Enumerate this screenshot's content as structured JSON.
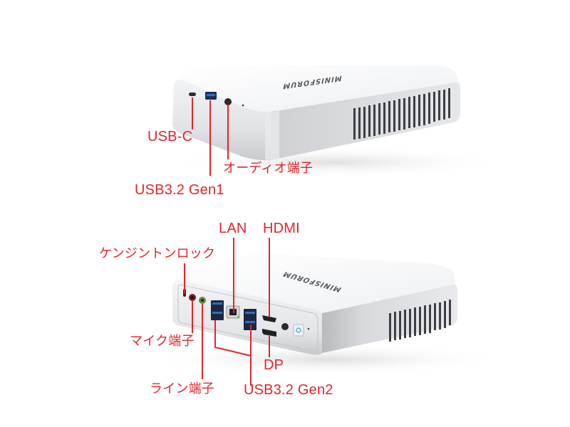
{
  "image": {
    "description": "Mini PC port diagram with Japanese labels",
    "brand_logo_text": "MINISFORUM"
  },
  "front_device": {
    "labels": {
      "usb_c": "USB-C",
      "usb32_gen1": "USB3.2 Gen1",
      "audio": "オーディオ端子"
    }
  },
  "rear_device": {
    "labels": {
      "kensington": "ケンジントンロック",
      "lan": "LAN",
      "hdmi": "HDMI",
      "mic": "マイク端子",
      "line": "ライン端子",
      "dp": "DP",
      "usb32_gen2": "USB3.2 Gen2"
    }
  },
  "colors": {
    "label_red": "#e0262a",
    "device_silver": "#d9dadd",
    "device_top": "#f4f5f7",
    "vent_dark": "#3d3f44",
    "port_blue": "#2f6fc0"
  }
}
